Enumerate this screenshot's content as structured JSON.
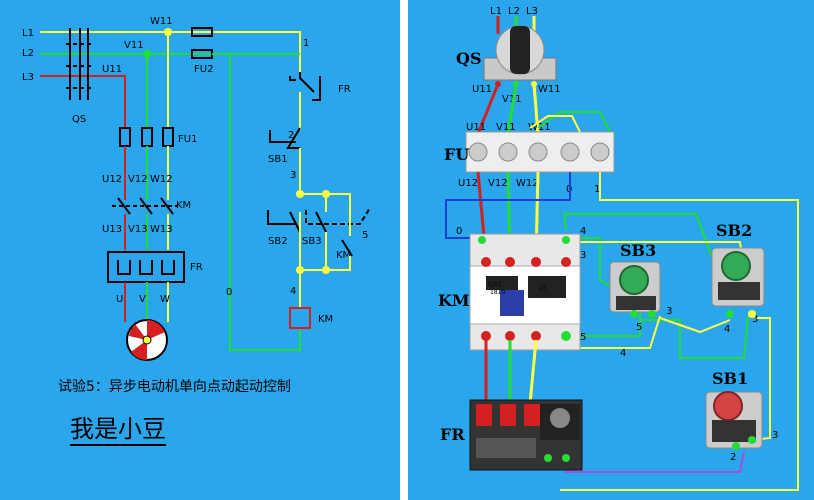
{
  "left": {
    "lines": [
      "L1",
      "L2",
      "L3"
    ],
    "wires": [
      "W11",
      "V11",
      "U11",
      "U12",
      "V12",
      "W12",
      "U13",
      "V13",
      "W13",
      "U",
      "V",
      "W"
    ],
    "nodes": [
      "1",
      "2",
      "3",
      "4",
      "5",
      "0"
    ],
    "components": {
      "QS": "QS",
      "FU1": "FU1",
      "FU2": "FU2",
      "KM_main": "KM",
      "FR_main": "FR",
      "FR_contact": "FR",
      "SB1": "SB1",
      "SB2": "SB2",
      "SB3": "SB3",
      "KM_aux": "KM",
      "KM_coil": "KM"
    },
    "caption": "试验5：异步电动机单向点动起动控制",
    "author": "我是小豆"
  },
  "right": {
    "lines": [
      "L1",
      "L2",
      "L3"
    ],
    "labels": {
      "QS": "QS",
      "FU": "FU",
      "KM": "KM",
      "FR": "FR",
      "SB1": "SB1",
      "SB2": "SB2",
      "SB3": "SB3"
    },
    "top_wires": [
      "U11",
      "V11",
      "W11"
    ],
    "fuse_top": [
      "U11",
      "V11",
      "W11"
    ],
    "fuse_bottom": [
      "U12",
      "V12",
      "W12"
    ],
    "nodes": [
      "0",
      "1",
      "2",
      "3",
      "4",
      "5"
    ],
    "contactor_text": [
      "CJX2",
      "1810",
      "10"
    ]
  },
  "colors": {
    "background": "#2aa7ec",
    "phase_L1": "#d42020",
    "phase_L2": "#22dd33",
    "phase_L3": "#ffff44",
    "control": "#ffff44"
  }
}
